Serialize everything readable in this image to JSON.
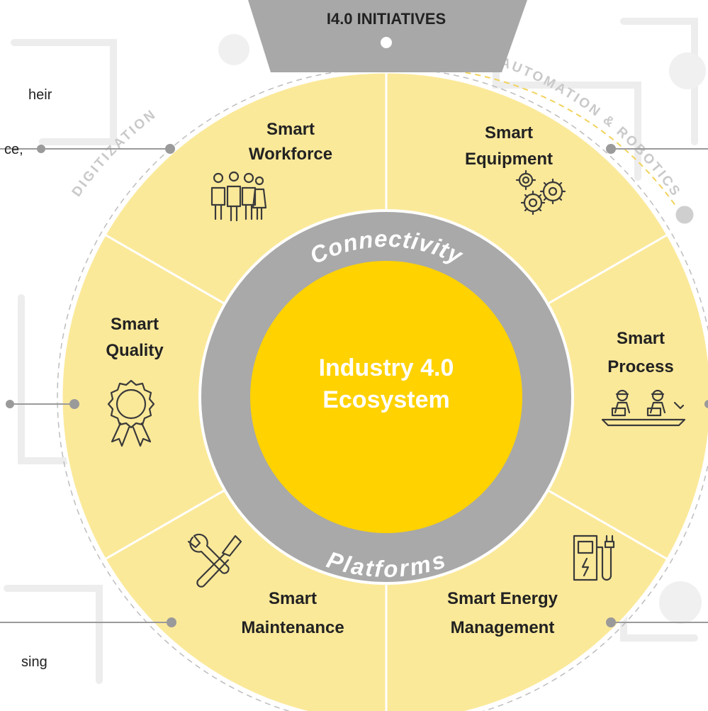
{
  "header": {
    "title": "I4.0 INITIATIVES"
  },
  "arcs": {
    "top_right": "AUTOMATION & ROBOTICS",
    "left": "DIGITIZATION"
  },
  "ring": {
    "top": "Connectivity",
    "bottom": "Platforms"
  },
  "center": {
    "line1": "Industry 4.0",
    "line2": "Ecosystem"
  },
  "segments": [
    {
      "line1": "Smart",
      "line2": "Workforce",
      "icon": "people-icon"
    },
    {
      "line1": "Smart",
      "line2": "Equipment",
      "icon": "gears-icon"
    },
    {
      "line1": "Smart",
      "line2": "Quality",
      "icon": "award-ribbon-icon"
    },
    {
      "line1": "Smart",
      "line2": "Process",
      "icon": "assembly-line-workers-icon"
    },
    {
      "line1": "Smart",
      "line2": "Maintenance",
      "icon": "wrench-screwdriver-icon"
    },
    {
      "line1": "Smart Energy",
      "line2": "Management",
      "icon": "charging-station-icon"
    }
  ],
  "side_fragments": {
    "top": "heir",
    "middle": "ce,",
    "bottom": "sing"
  },
  "colors": {
    "segment_fill": "#fbe99a",
    "ring_gray": "#a9a9a9",
    "center_gold": "#ffd200",
    "header_gray": "#a8a8a8",
    "connector_gray": "#9a9a9a",
    "dash_yellow": "#f2d35c"
  }
}
